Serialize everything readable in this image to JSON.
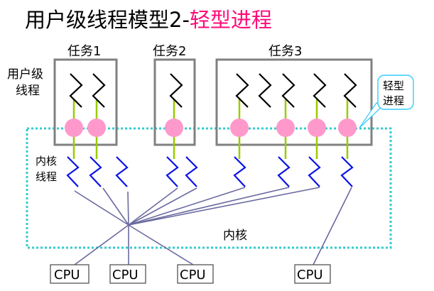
{
  "title": {
    "main": "用户级线程模型2-",
    "highlight": "轻型进程",
    "highlight_color": "#ff0a78"
  },
  "labels": {
    "user_threads_line1": "用户级",
    "user_threads_line2": "线程",
    "kernel_threads_line1": "内核",
    "kernel_threads_line2": "线程",
    "kernel": "内核",
    "callout_line1": "轻型",
    "callout_line2": "进程"
  },
  "tasks": [
    {
      "name": "任务1",
      "user_threads": 2,
      "lwps": 2
    },
    {
      "name": "任务2",
      "user_threads": 1,
      "lwps": 1
    },
    {
      "name": "任务3",
      "user_threads": 5,
      "lwps": 4
    }
  ],
  "kernel_thread_count": 9,
  "cpus": [
    {
      "label": "CPU"
    },
    {
      "label": "CPU"
    },
    {
      "label": "CPU"
    },
    {
      "label": "CPU"
    }
  ],
  "colors": {
    "task_border": "#808080",
    "user_thread": "#000000",
    "kernel_thread": "#0a14e6",
    "lwp_fill": "#ff99cc",
    "lwp_link": "#99cc00",
    "kernel_boundary": "#33cccc",
    "cpu_link": "#6a6aa0",
    "callout_border": "#33ccff"
  }
}
